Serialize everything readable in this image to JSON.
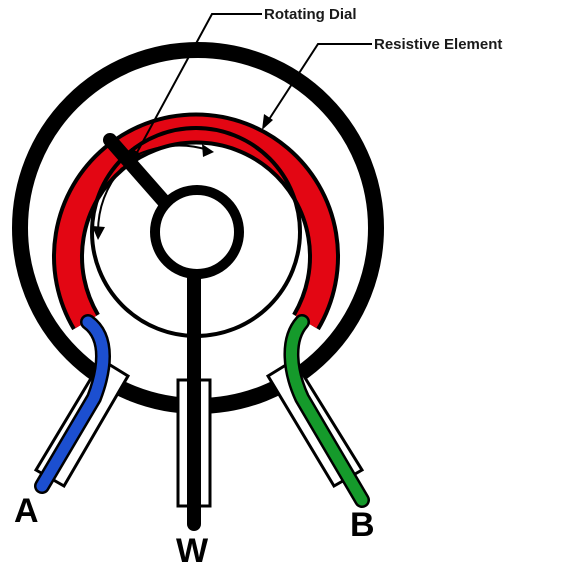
{
  "labels": {
    "rotating_dial": "Rotating Dial",
    "resistive_element": "Resistive Element"
  },
  "terminals": {
    "a": "A",
    "w": "W",
    "b": "B"
  },
  "colors": {
    "outline": "#000000",
    "resistive_element": "#e30613",
    "terminal_a_wire": "#1c4fd0",
    "terminal_b_wire": "#159a2b",
    "background": "#ffffff"
  }
}
